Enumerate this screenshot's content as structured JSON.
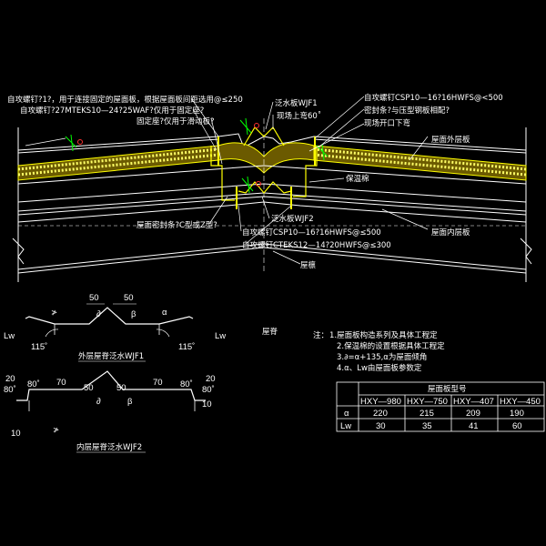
{
  "colors": {
    "background": "#000000",
    "line": "#ffffff",
    "accent": "#ffff00",
    "marker": "#00ff00",
    "red": "#ff3030"
  },
  "main_section": {
    "labels": {
      "left1": "自攻螺钉?1?，用于连接固定的屋面板，根据屋面板间距选用@≤250",
      "left2": "自攻螺钉?27MTEKS10—24?25WAF?仅用于固定座?",
      "left3": "固定座?仅用于滑动板?",
      "flash1": "泛水板WJF1",
      "flash2": "现场上弯60˚",
      "right1": "自攻螺钉CSP10—16?16HWFS@<500",
      "right2": "密封条?与压型钢板相配?",
      "right3": "现场开口下弯",
      "roof_outer": "屋面外层板",
      "insulation": "保温棉",
      "roof_inner": "屋面内层板",
      "seal_bottom": "屋面密封条?C型或Z型?",
      "flash_bottom": "泛水板WJF2",
      "screw_b1": "自攻螺钉CSP10—16?16HWFS@≤500",
      "screw_b2": "自攻螺钉CTEKS12—14?20HWFS@≤300",
      "purlin": "屋檩"
    }
  },
  "detail_wjf1": {
    "caption": "外层屋脊泛水WJF1",
    "dim_50_left": "50",
    "dim_50_right": "50",
    "beta_left": "∂",
    "beta_right": "β",
    "alpha": "α",
    "lw_left": "Lw",
    "lw_right": "Lw",
    "ang_left": "115˚",
    "ang_right": "115˚",
    "sym": "≯"
  },
  "detail_wjf2": {
    "caption": "内层屋脊泛水WJF2",
    "d20l": "20",
    "d80l": "80˚",
    "d10l": "10",
    "a80l": "80˚",
    "d70l": "70",
    "d50l": "50",
    "d50r": "50",
    "beta_left": "∂",
    "beta_right": "β",
    "d70r": "70",
    "a80r": "80˚",
    "d20r": "20",
    "d80r": "80˚",
    "d10r": "10",
    "sym": "≯"
  },
  "ridge_label": "屋脊",
  "notes": {
    "title": "注：",
    "items": [
      "1.屋面板构造系列及具体工程定",
      "2.保温棉的设置根据具体工程定",
      "3.∂=α+135,α为屋面倾角",
      "4.α、Lw由屋面板参数定"
    ]
  },
  "table": {
    "header": "屋面板型号",
    "columns": [
      "HXY—980",
      "HXY—750",
      "HXY—407",
      "HXY—450"
    ],
    "rows": [
      {
        "label": "α",
        "values": [
          "220",
          "215",
          "209",
          "190"
        ]
      },
      {
        "label": "Lw",
        "values": [
          "30",
          "35",
          "41",
          "60"
        ]
      }
    ]
  }
}
